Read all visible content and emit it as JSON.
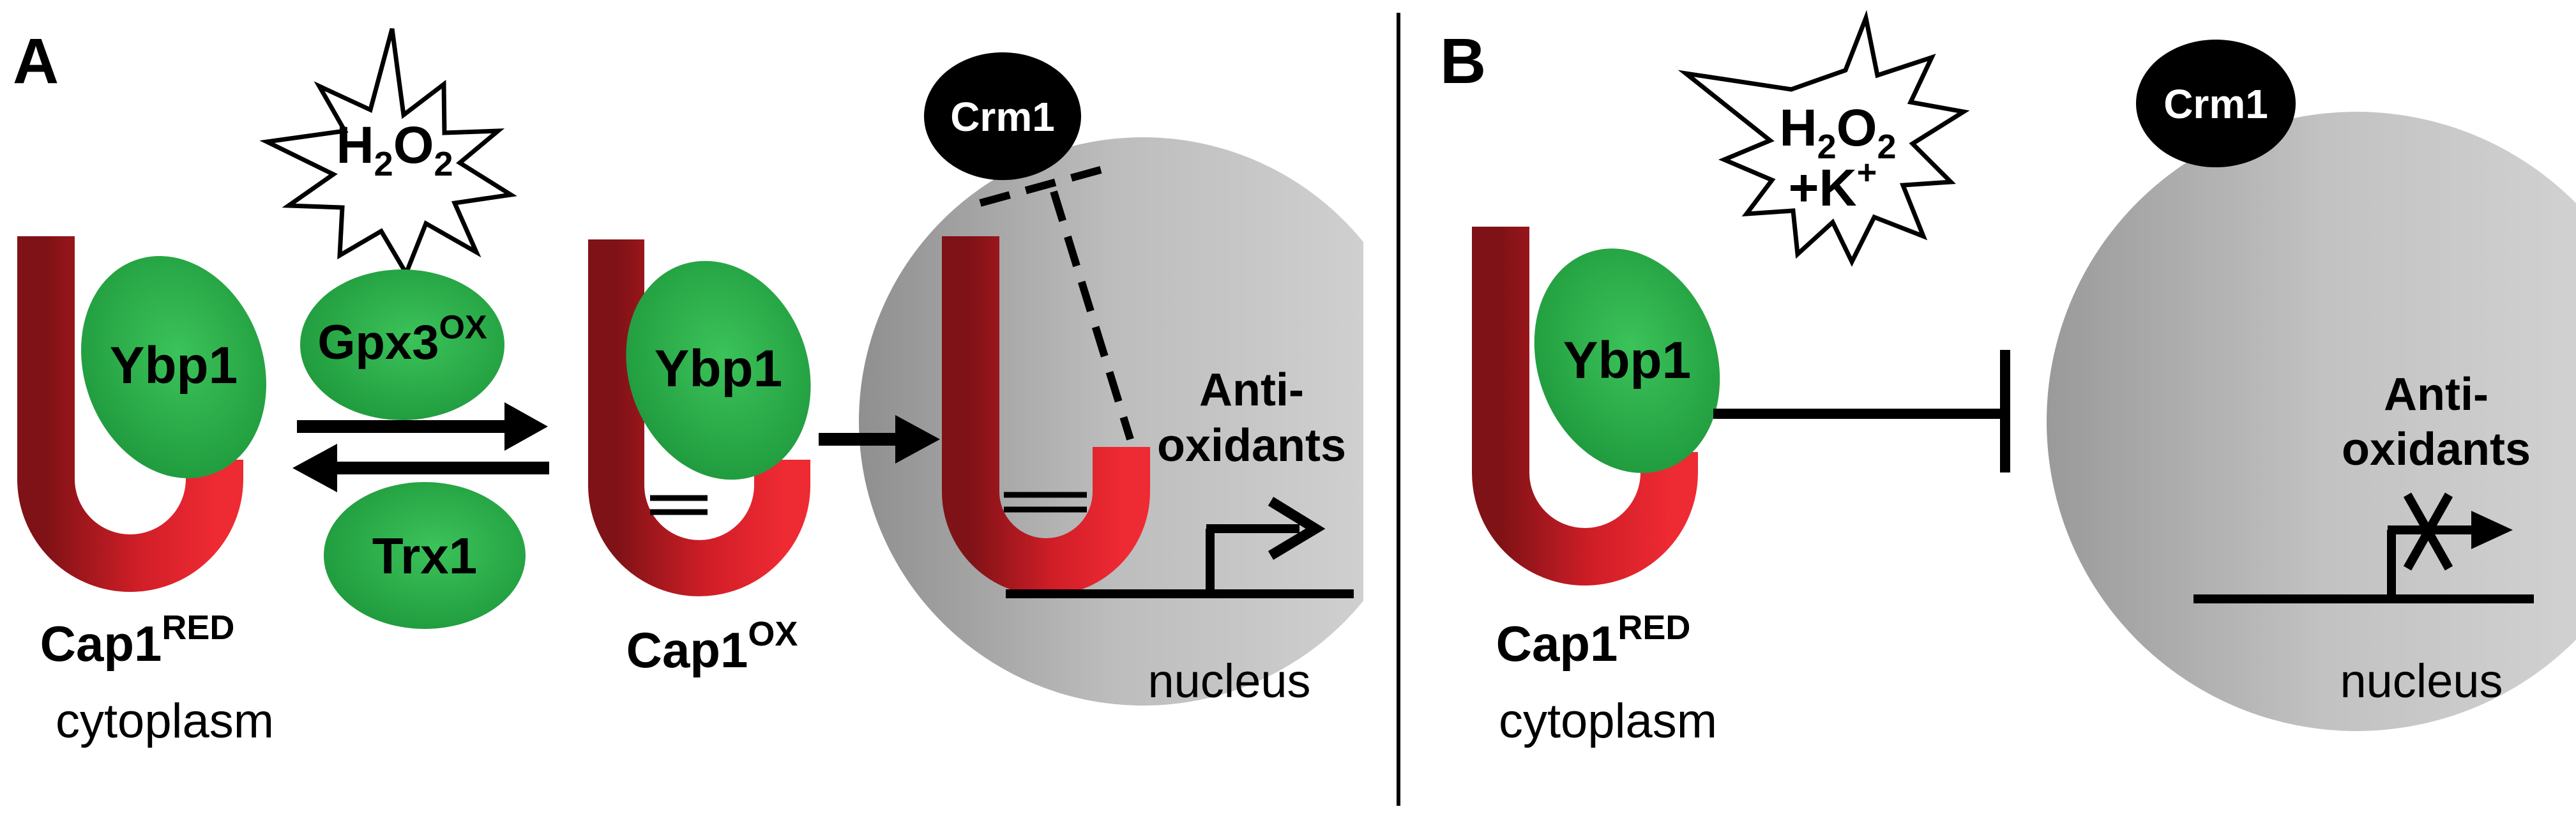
{
  "panelA": {
    "letter": "A",
    "stress": {
      "main": "H",
      "sub1": "2",
      "mid": "O",
      "sub2": "2"
    },
    "protein_bound": "Ybp1",
    "gpx3": {
      "main": "Gpx3",
      "sup": "OX"
    },
    "trx1": "Trx1",
    "cap1_red": {
      "main": "Cap1",
      "sup": "RED"
    },
    "cytoplasm": "cytoplasm",
    "cap1_ox": {
      "main": "Cap1",
      "sup": "OX"
    },
    "crm1": "Crm1",
    "antioxidants": [
      "Anti-",
      "oxidants"
    ],
    "nucleus": "nucleus"
  },
  "panelB": {
    "letter": "B",
    "stress": {
      "line1_main": "H",
      "line1_sub1": "2",
      "line1_mid": "O",
      "line1_sub2": "2",
      "line2_main": "+K",
      "line2_sup": "+"
    },
    "protein_bound": "Ybp1",
    "crm1": "Crm1",
    "cap1_red": {
      "main": "Cap1",
      "sup": "RED"
    },
    "cytoplasm": "cytoplasm",
    "antioxidants": [
      "Anti-",
      "oxidants"
    ],
    "nucleus": "nucleus"
  },
  "colors": {
    "cap1_red": "#e8202a",
    "cap1_dark": "#8c1418",
    "ybp1_green": "#2fae4a",
    "nucleus_gray": "#c4c4c4",
    "crm1_black": "#000000"
  }
}
